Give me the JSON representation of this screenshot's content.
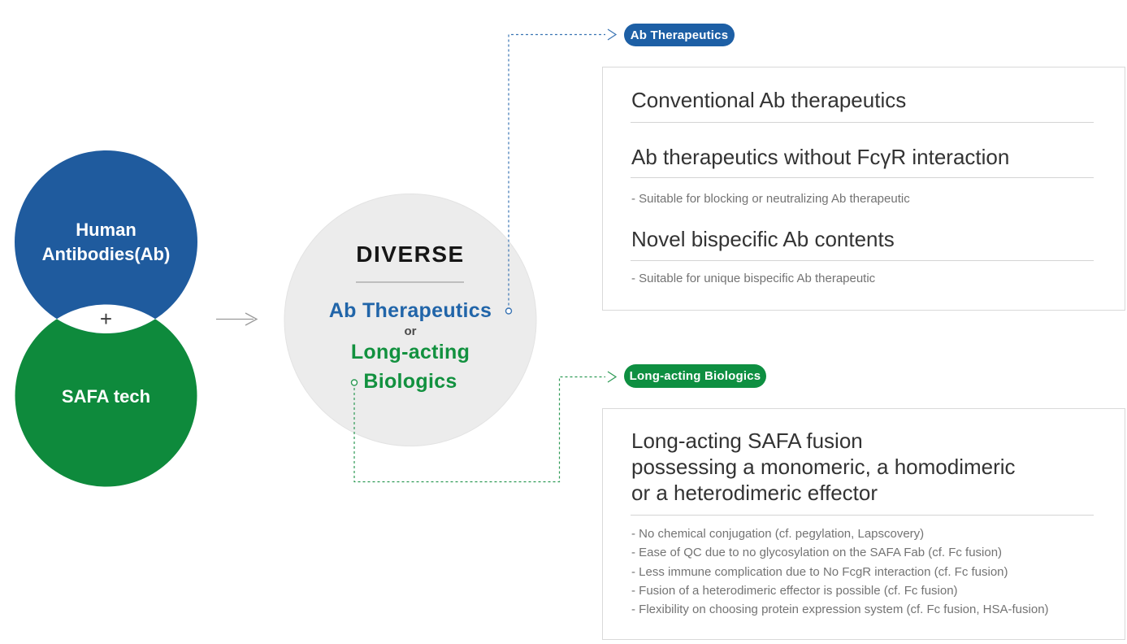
{
  "colors": {
    "circle_blue": "#1f5b9e",
    "circle_green": "#0e8a3c",
    "diverse_fill": "#ececec",
    "diverse_edge": "#e3e3e3",
    "text_blue": "#2165a9",
    "text_green": "#12913f",
    "badge_blue": "#1d5fa5",
    "badge_green": "#0e8f41",
    "dash_blue": "#3a74b3",
    "dash_green": "#2c9a54",
    "arrow_gray": "#9a9a9a",
    "heading_dark": "#333333",
    "bullet_gray": "#737373",
    "box_border": "#d9d9d9",
    "rule_gray": "#d4d4d4",
    "divider_gray": "#8f8f8f",
    "plus_dark": "#3d3d3d"
  },
  "venn": {
    "top_label_line1": "Human",
    "top_label_line2": "Antibodies(Ab)",
    "plus_sign": "+",
    "bottom_label": "SAFA tech"
  },
  "diverse": {
    "title": "DIVERSE",
    "option_ab": "Ab Therapeutics",
    "or_label": "or",
    "option_long_line1": "Long-acting",
    "option_long_line2": "Biologics"
  },
  "badges": {
    "ab": "Ab Therapeutics",
    "biologics": "Long-acting Biologics"
  },
  "ab_box": {
    "sections": [
      {
        "heading": "Conventional Ab therapeutics",
        "bullets": []
      },
      {
        "heading": "Ab therapeutics without FcγR interaction",
        "bullets": [
          "- Suitable for blocking or neutralizing Ab therapeutic"
        ]
      },
      {
        "heading": "Novel bispecific Ab contents",
        "bullets": [
          "- Suitable for unique bispecific Ab therapeutic"
        ]
      }
    ]
  },
  "biologics_box": {
    "heading_lines": [
      "Long-acting SAFA fusion",
      "possessing a monomeric, a homodimeric",
      "or a heterodimeric effector"
    ],
    "bullets": [
      "- No chemical conjugation (cf. pegylation, Lapscovery)",
      "- Ease of QC due to no glycosylation on the SAFA Fab (cf. Fc fusion)",
      "- Less immune complication due to No FcgR interaction (cf. Fc fusion)",
      "- Fusion of a heterodimeric effector is possible (cf. Fc fusion)",
      "- Flexibility on choosing protein expression system (cf. Fc fusion, HSA-fusion)"
    ]
  }
}
